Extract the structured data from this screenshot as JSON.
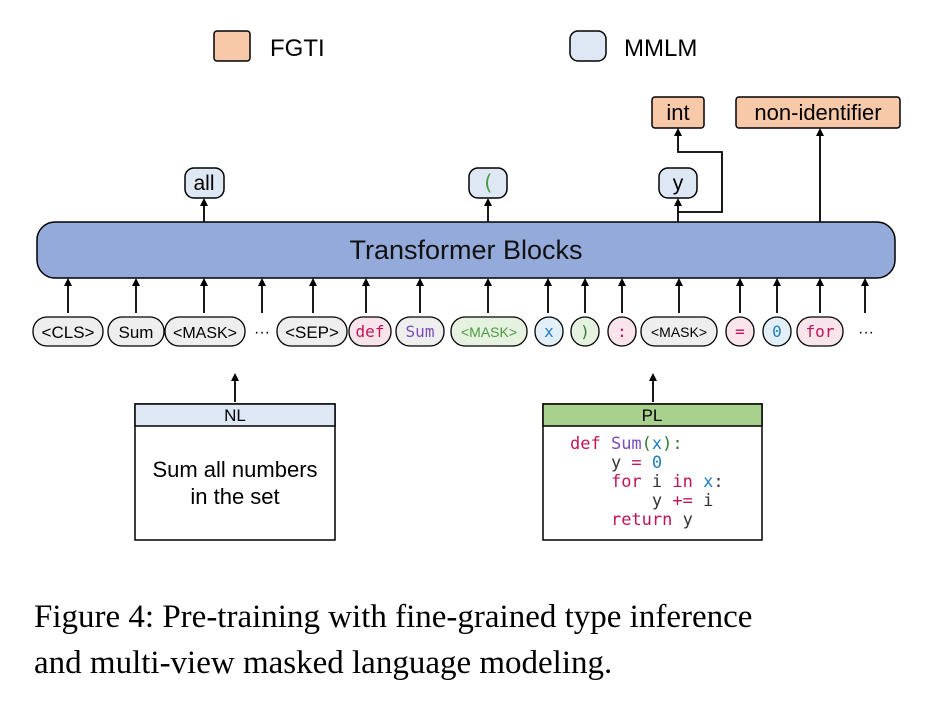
{
  "legend": {
    "fgti_label": "FGTI",
    "mmlm_label": "MMLM",
    "fgti_color": "#f7c9a8",
    "mmlm_color": "#dde8f4"
  },
  "transformer": {
    "label": "Transformer Blocks",
    "fill": "#93aadb"
  },
  "outputs": {
    "all": "all",
    "paren": "(",
    "y": "y",
    "int": "int",
    "non_identifier": "non-identifier"
  },
  "tokens": {
    "cls": "<CLS>",
    "sum_nl": "Sum",
    "mask_nl": "<MASK>",
    "ellipsis1": "···",
    "sep": "<SEP>",
    "def": "def",
    "sum_pl": "Sum",
    "mask_paren": "<MASK>",
    "x": "x",
    "rparen": ")",
    "colon": ":",
    "mask_y": "<MASK>",
    "eq": "=",
    "zero": "0",
    "for": "for",
    "ellipsis2": "···"
  },
  "nl_box": {
    "header": "NL",
    "line1": "Sum all numbers",
    "line2": "in the set",
    "header_color": "#dde8f4"
  },
  "pl_box": {
    "header": "PL",
    "header_color": "#a9d18e",
    "code": [
      [
        [
          "def ",
          "#c0145a"
        ],
        [
          "Sum",
          "#7a4dbf"
        ],
        [
          "(",
          "#2e7d32"
        ],
        [
          "x",
          "#1f7fbf"
        ],
        [
          "):",
          "#2e7d32"
        ]
      ],
      [
        [
          "    y ",
          "#333333"
        ],
        [
          "=",
          "#c0145a"
        ],
        [
          " ",
          "#333333"
        ],
        [
          "0",
          "#1f7fbf"
        ]
      ],
      [
        [
          "    ",
          "#333333"
        ],
        [
          "for",
          "#c0145a"
        ],
        [
          " i ",
          "#333333"
        ],
        [
          "in",
          "#c0145a"
        ],
        [
          " ",
          "#333333"
        ],
        [
          "x",
          "#1f7fbf"
        ],
        [
          ":",
          "#333333"
        ]
      ],
      [
        [
          "        y ",
          "#333333"
        ],
        [
          "+=",
          "#c0145a"
        ],
        [
          " i",
          "#333333"
        ]
      ],
      [
        [
          "    ",
          "#333333"
        ],
        [
          "return",
          "#c0145a"
        ],
        [
          " y",
          "#333333"
        ]
      ]
    ]
  },
  "caption": {
    "line1": "Figure 4:  Pre-training with fine-grained type inference",
    "line2": "and multi-view masked language modeling."
  },
  "colors": {
    "token_gray": "#eeeeee",
    "token_pink": "#f8e4ea",
    "token_blue": "#e2eef8",
    "token_green": "#e6f2e0",
    "text_pink": "#c0145a",
    "text_purple": "#7a4dbf",
    "text_green": "#4a9b3f",
    "text_blue": "#1f7fbf"
  }
}
